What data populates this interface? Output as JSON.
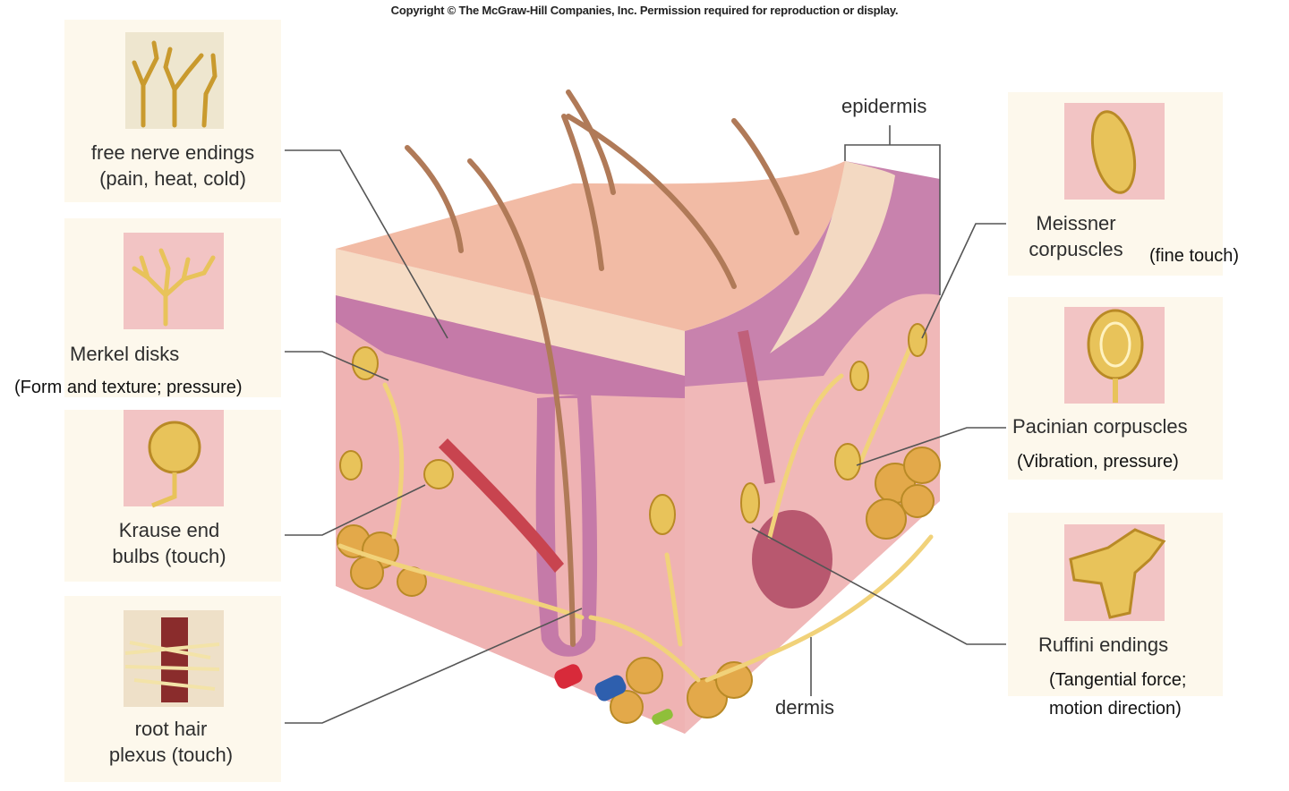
{
  "copyright": "Copyright © The McGraw-Hill Companies, Inc. Permission required for reproduction or display.",
  "labels": {
    "free_nerve_endings": [
      "free nerve endings",
      "(pain, heat, cold)"
    ],
    "merkel_disks": "Merkel disks",
    "merkel_function": "(Form and texture; pressure)",
    "krause_end_bulbs": [
      "Krause end",
      "bulbs (touch)"
    ],
    "root_hair_plexus": [
      "root hair",
      "plexus (touch)"
    ],
    "epidermis": "epidermis",
    "dermis": "dermis",
    "meissner_corpuscles": [
      "Meissner",
      "corpuscles"
    ],
    "meissner_function": "(fine touch)",
    "pacinian_corpuscles": "Pacinian corpuscles",
    "pacinian_function": "(Vibration, pressure)",
    "ruffini_endings": "Ruffini endings",
    "ruffini_function": [
      "(Tangential force;",
      "motion direction)"
    ]
  },
  "colors": {
    "panel": "#fdf8ec",
    "thumb": "#f2c4c4",
    "nerve": "#e8c35a",
    "skin_top": "#f1b9a6",
    "dermis": "#efb3b3",
    "epidermis_layer": "#c57aa8",
    "fat": "#e3a94a",
    "leader_line": "#555555"
  }
}
